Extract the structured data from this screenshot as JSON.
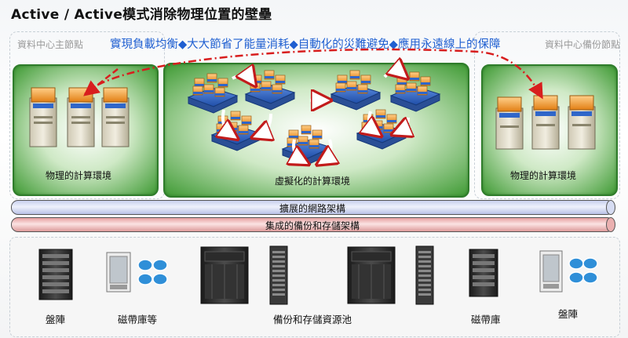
{
  "header": {
    "title": "Active / Active模式消除物理位置的壁壘",
    "site_primary": "資料中心主節點",
    "site_backup": "資料中心備份節點",
    "slogan": "實現負載均衡◆大大節省了能量消耗◆自動化的災難避免◆應用永遠線上的保障"
  },
  "panels": {
    "left_label": "物理的計算環境",
    "center_label": "虛擬化的計算環境",
    "right_label": "物理的計算環境"
  },
  "bars": {
    "network": "擴展的網路架構",
    "storage": "集成的備份和存儲架構"
  },
  "hardware": {
    "disk_array_left": "盤陣",
    "tape_library_etc": "磁帶庫等",
    "backup_pool": "備份和存儲資源池",
    "tape_library": "磁帶庫",
    "disk_array_right": "盤陣"
  },
  "icons": {
    "server": "server-tower-icon",
    "vm_stack": "virtual-machine-stack-icon",
    "rack": "rack-cabinet-icon",
    "cloud_bubble": "blue-speech-bubble-icon"
  },
  "colors": {
    "slogan": "#1f5fd1",
    "panel_green": "#3f9a34",
    "migration_arrow": "#d81e1e",
    "network_bar": "#c8d0ee",
    "storage_bar": "#e6a0a0",
    "vm_orange": "#f39a2b",
    "vm_blue": "#2f66c9"
  }
}
